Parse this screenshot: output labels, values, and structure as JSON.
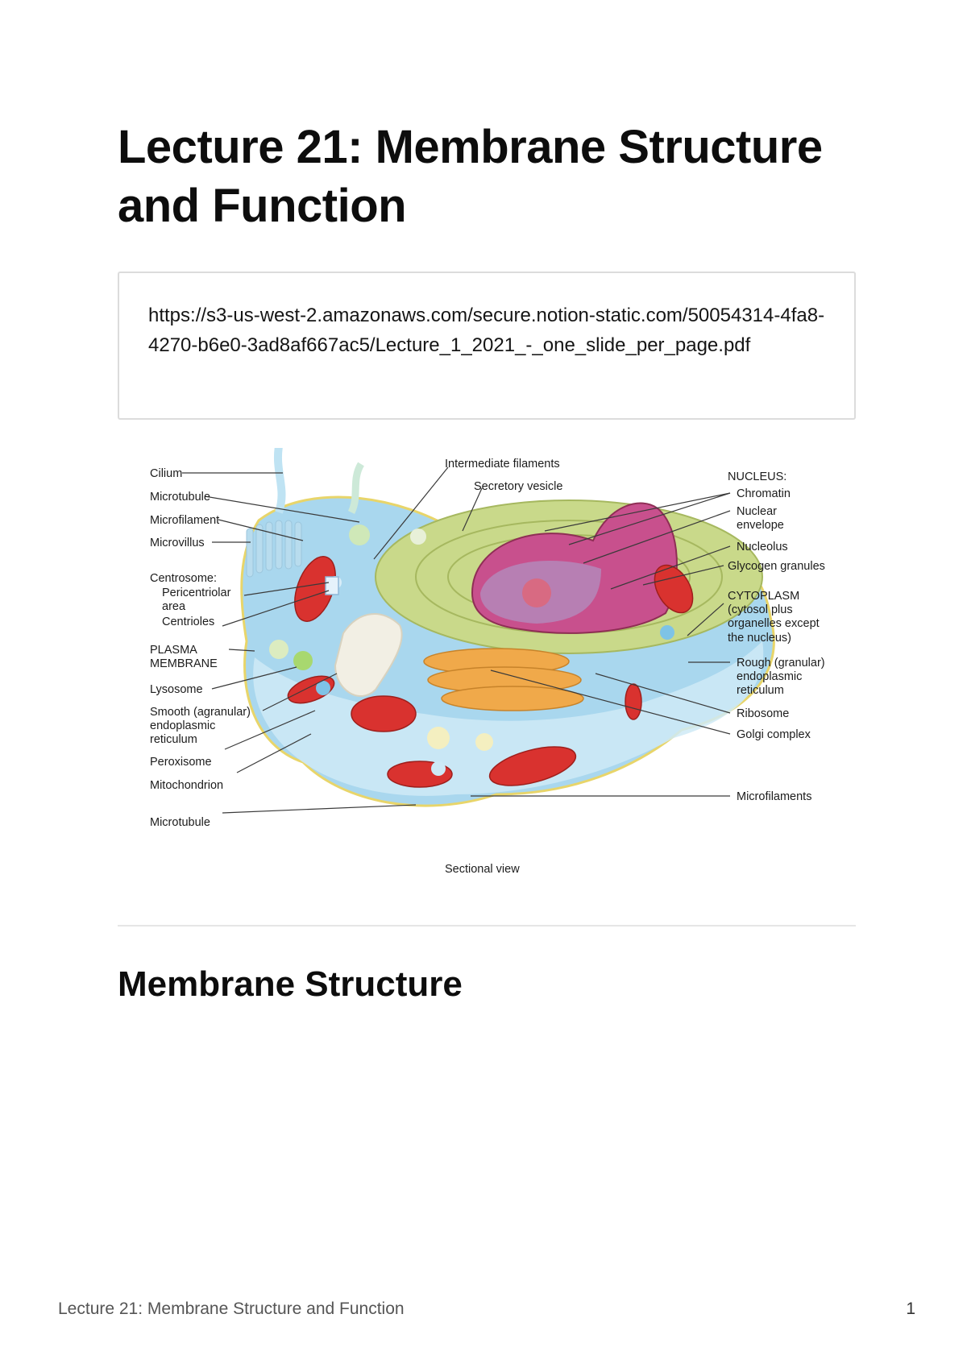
{
  "document": {
    "title": "Lecture 21: Membrane Structure and Function",
    "bookmark_url": "https://s3-us-west-2.amazonaws.com/secure.notion-static.com/50054314-4fa8-4270-b6e0-3ad8af667ac5/Lecture_1_2021_-_one_slide_per_page.pdf",
    "section_heading": "Membrane Structure"
  },
  "figure": {
    "caption": "Sectional view",
    "labels_left": {
      "cilium": "Cilium",
      "microtubule_top": "Microtubule",
      "microfilament": "Microfilament",
      "microvillus": "Microvillus",
      "centrosome": "Centrosome:",
      "pericentriolar_1": "Pericentriolar",
      "pericentriolar_2": "area",
      "centrioles": "Centrioles",
      "plasma_1": "PLASMA",
      "plasma_2": "MEMBRANE",
      "lysosome": "Lysosome",
      "ser_1": "Smooth (agranular)",
      "ser_2": "endoplasmic",
      "ser_3": "reticulum",
      "peroxisome": "Peroxisome",
      "mitochondrion": "Mitochondrion",
      "microtubule_bottom": "Microtubule"
    },
    "labels_top": {
      "intermediate_filaments": "Intermediate filaments",
      "secretory_vesicle": "Secretory vesicle"
    },
    "labels_right": {
      "nucleus": "NUCLEUS:",
      "chromatin": "Chromatin",
      "nuclear_envelope_1": "Nuclear",
      "nuclear_envelope_2": "envelope",
      "nucleolus": "Nucleolus",
      "glycogen": "Glycogen granules",
      "cytoplasm": "CYTOPLASM",
      "cytoplasm_note_1": "(cytosol plus",
      "cytoplasm_note_2": "organelles except",
      "cytoplasm_note_3": "the nucleus)",
      "rer_1": "Rough (granular)",
      "rer_2": "endoplasmic",
      "rer_3": "reticulum",
      "ribosome": "Ribosome",
      "golgi": "Golgi complex",
      "microfilaments": "Microfilaments"
    }
  },
  "footer": {
    "title": "Lecture 21: Membrane Structure and Function",
    "page_number": "1"
  }
}
